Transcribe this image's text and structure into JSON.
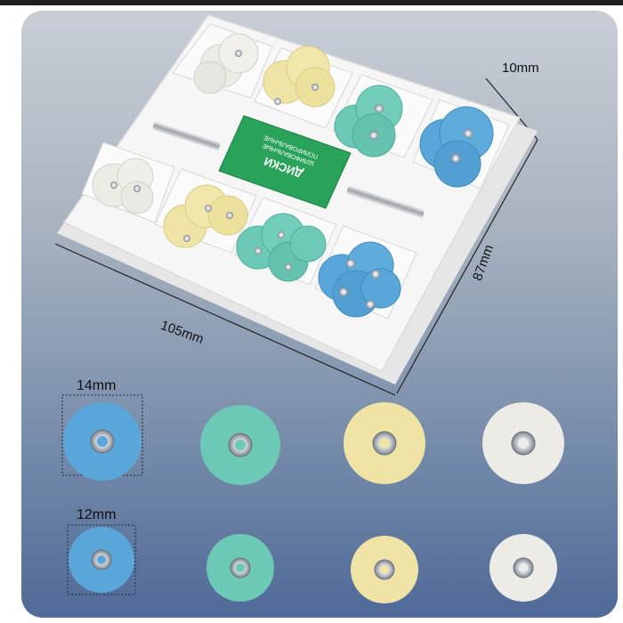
{
  "dimensions": {
    "depth": "10mm",
    "width": "105mm",
    "height": "87mm"
  },
  "box_label": {
    "title": "ДИСКИ",
    "line1": "ШЛИФОВАЛЬНЫЕ",
    "line2": "ПОЛИРОВАЛЬНЫЕ"
  },
  "sizes": {
    "large": "14mm",
    "small": "12mm"
  },
  "colors": {
    "blue": "#5aa6d8",
    "green": "#6cc9b6",
    "yellow": "#efe4a6",
    "white": "#ecebe6",
    "tray": "#f5f5f5",
    "label_green": "#2aa35a"
  },
  "discs_row1": [
    "blue",
    "green",
    "yellow",
    "white"
  ],
  "discs_row2": [
    "blue",
    "green",
    "yellow",
    "white"
  ]
}
